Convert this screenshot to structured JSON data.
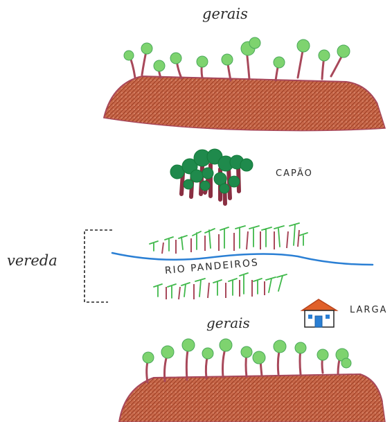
{
  "labels": {
    "gerais_top": "gerais",
    "capao": "CAPÃO",
    "vereda": "vereda",
    "river": "RIO PANDEIROS",
    "larga": "LARGA",
    "gerais_bottom": "gerais"
  },
  "colors": {
    "soil": "#b4502f",
    "soil_light": "#d98a6c",
    "trunk": "#a8485a",
    "foliage_light": "#7ed36f",
    "foliage_dark": "#1f8a4c",
    "palm": "#3fb84a",
    "river": "#2a7fd4",
    "roof": "#e0602a",
    "house_door": "#2a7fd4"
  }
}
